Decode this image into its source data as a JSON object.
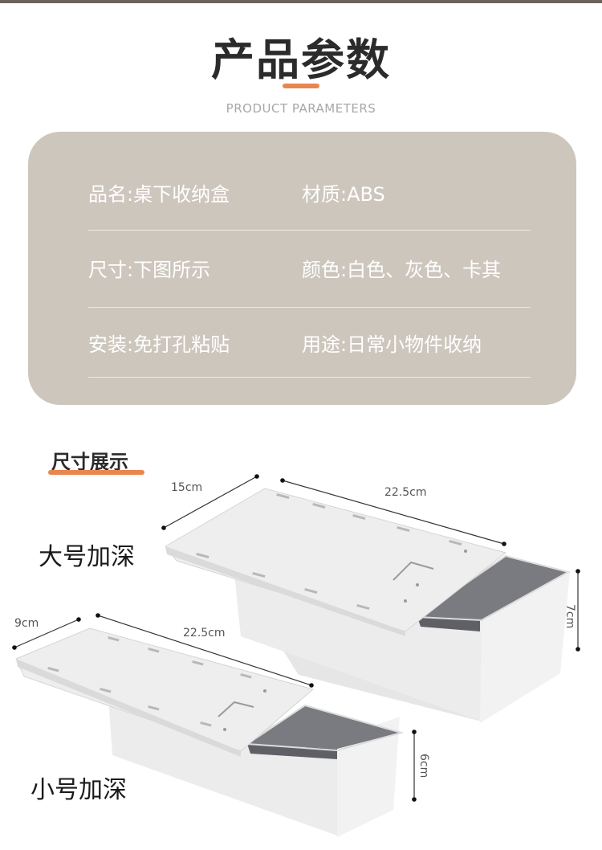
{
  "header": {
    "title": "产品参数",
    "subtitle": "PRODUCT PARAMETERS"
  },
  "params": [
    {
      "left": "品名:桌下收纳盒",
      "right": "材质:ABS"
    },
    {
      "left": "尺寸:下图所示",
      "right": "颜色:白色、灰色、卡其"
    },
    {
      "left": "安装:免打孔粘贴",
      "right": "用途:日常小物件收纳"
    }
  ],
  "size_section": {
    "title": "尺寸展示",
    "large": {
      "label": "大号加深",
      "width": "15cm",
      "length": "22.5cm",
      "height": "7cm"
    },
    "small": {
      "label": "小号加深",
      "width": "9cm",
      "length": "22.5cm",
      "height": "6cm"
    }
  },
  "colors": {
    "accent": "#e9864f",
    "panel": "#cdc6bd",
    "product_light": "#ebebeb",
    "product_inner": "#7a7b80"
  }
}
